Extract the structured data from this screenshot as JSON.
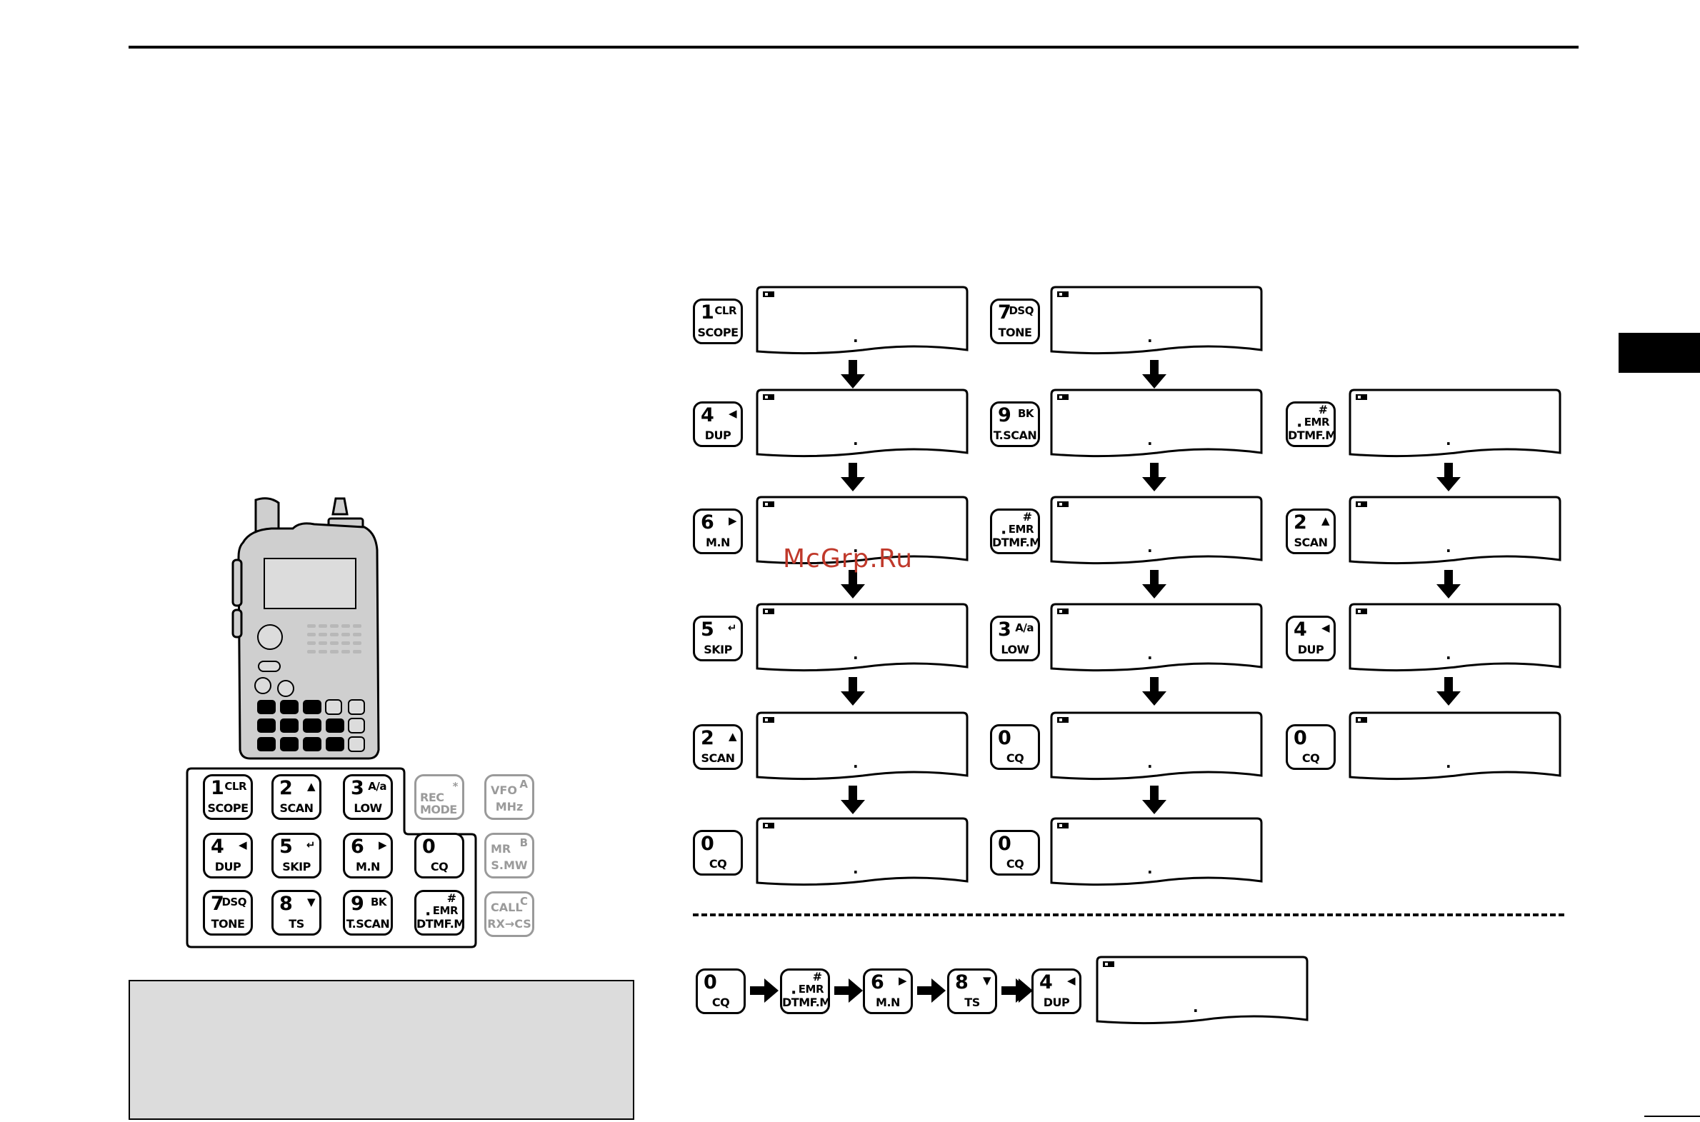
{
  "watermark": "McGrp.Ru",
  "keypad": {
    "rows": [
      [
        {
          "name": "key-1",
          "num": "1",
          "sup": "CLR",
          "sub": "SCOPE"
        },
        {
          "name": "key-2",
          "num": "2",
          "sup": "▲",
          "sub": "SCAN"
        },
        {
          "name": "key-3",
          "num": "3",
          "sup": "A/a",
          "sub": "LOW"
        },
        {
          "name": "key-rec",
          "num": "",
          "sup": "*",
          "sub": "REC\nMODE",
          "gray": true
        }
      ],
      [
        {
          "name": "key-4",
          "num": "4",
          "sup": "◀",
          "sub": "DUP"
        },
        {
          "name": "key-5",
          "num": "5",
          "sup": "↵",
          "sub": "SKIP"
        },
        {
          "name": "key-6",
          "num": "6",
          "sup": "▶",
          "sub": "M.N"
        },
        {
          "name": "key-0",
          "num": "0",
          "sup": "",
          "sub": "CQ"
        }
      ],
      [
        {
          "name": "key-7",
          "num": "7",
          "sup": "DSQ",
          "sub": "TONE"
        },
        {
          "name": "key-8",
          "num": "8",
          "sup": "▼",
          "sub": "TS"
        },
        {
          "name": "key-9",
          "num": "9",
          "sup": "BK",
          "sub": "T.SCAN"
        },
        {
          "name": "key-dot",
          "num": "·",
          "sup": "EMR",
          "sub": "DTMF.M",
          "hash": "#"
        }
      ]
    ],
    "side": [
      {
        "name": "key-vfo",
        "top": "VFO",
        "letter": "A",
        "bottom": "MHz"
      },
      {
        "name": "key-mr",
        "top": "MR",
        "letter": "B",
        "bottom": "S.MW"
      },
      {
        "name": "key-call",
        "top": "CALL",
        "letter": "C",
        "bottom": "RX→CS"
      }
    ]
  },
  "sequence_columns": [
    {
      "keys": [
        {
          "num": "1",
          "sup": "CLR",
          "sub": "SCOPE"
        },
        {
          "num": "4",
          "sup": "◀",
          "sub": "DUP"
        },
        {
          "num": "6",
          "sup": "▶",
          "sub": "M.N"
        },
        {
          "num": "5",
          "sup": "↵",
          "sub": "SKIP"
        },
        {
          "num": "2",
          "sup": "▲",
          "sub": "SCAN"
        },
        {
          "num": "0",
          "sup": "",
          "sub": "CQ"
        }
      ]
    },
    {
      "keys": [
        {
          "num": "7",
          "sup": "DSQ",
          "sub": "TONE"
        },
        {
          "num": "9",
          "sup": "BK",
          "sub": "T.SCAN"
        },
        {
          "num": "·",
          "sup": "EMR",
          "sub": "DTMF.M",
          "hash": "#"
        },
        {
          "num": "3",
          "sup": "A/a",
          "sub": "LOW"
        },
        {
          "num": "0",
          "sup": "",
          "sub": "CQ"
        },
        {
          "num": "0",
          "sup": "",
          "sub": "CQ"
        }
      ]
    },
    {
      "keys": [
        {
          "num": "·",
          "sup": "EMR",
          "sub": "DTMF.M",
          "hash": "#"
        },
        {
          "num": "2",
          "sup": "▲",
          "sub": "SCAN"
        },
        {
          "num": "4",
          "sup": "◀",
          "sub": "DUP"
        },
        {
          "num": "0",
          "sup": "",
          "sub": "CQ"
        }
      ]
    }
  ],
  "bottom_sequence": [
    {
      "num": "0",
      "sup": "",
      "sub": "CQ"
    },
    {
      "num": "·",
      "sup": "EMR",
      "sub": "DTMF.M",
      "hash": "#"
    },
    {
      "num": "6",
      "sup": "▶",
      "sub": "M.N"
    },
    {
      "num": "8",
      "sup": "▼",
      "sub": "TS"
    },
    {
      "num": "4",
      "sup": "◀",
      "sub": "DUP"
    }
  ],
  "screen_decimal": "."
}
